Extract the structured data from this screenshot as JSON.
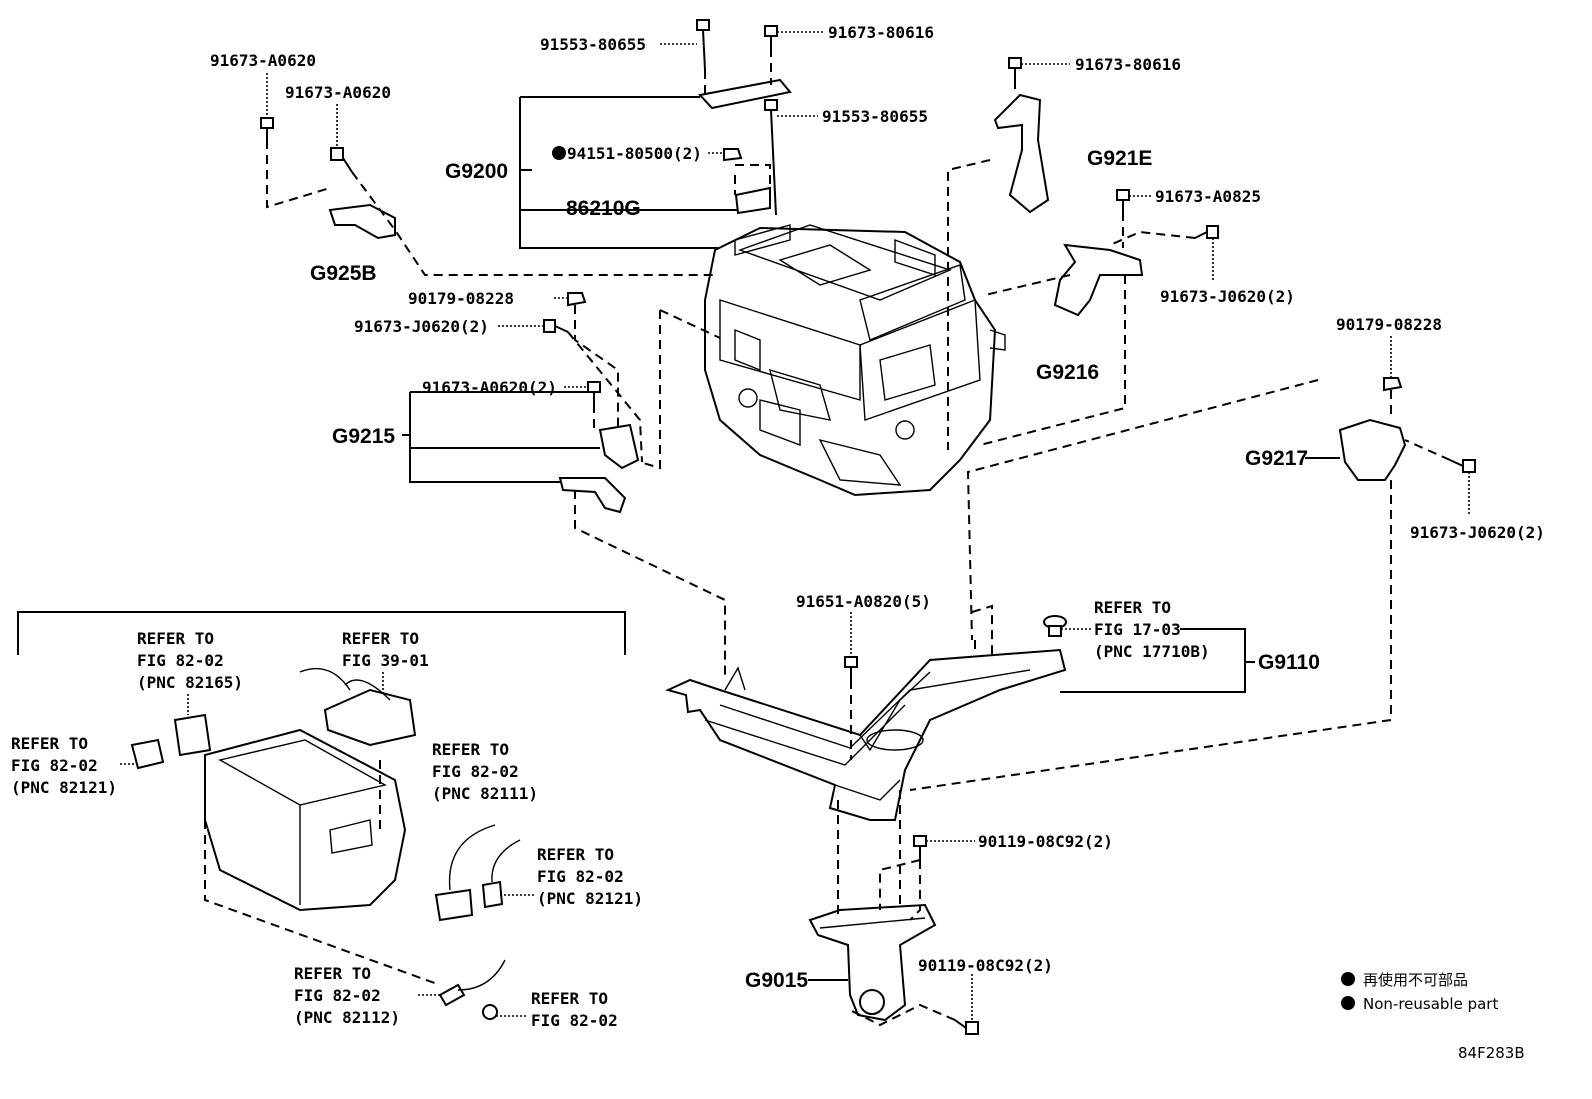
{
  "labels": {
    "p_91553_80655_top": "91553-80655",
    "p_91673_80616_top": "91673-80616",
    "p_91673_80616_right": "91673-80616",
    "p_91673_A0620_a": "91673-A0620",
    "p_91673_A0620_b": "91673-A0620",
    "p_91553_80655_mid": "91553-80655",
    "g9200": "G9200",
    "p_94151": "94151-80500(2)",
    "p_86210G": "86210G",
    "g921E": "G921E",
    "p_91673_A0825": "91673-A0825",
    "g925B": "G925B",
    "p_91673_J0620_right": "91673-J0620(2)",
    "p_90179_left": "90179-08228",
    "p_91673_J0620_left": "91673-J0620(2)",
    "g9216": "G9216",
    "p_90179_right": "90179-08228",
    "p_91673_A0620_2": "91673-A0620(2)",
    "g9215": "G9215",
    "g9217": "G9217",
    "p_91673_J0620_far": "91673-J0620(2)",
    "p_91651": "91651-A0820(5)",
    "g9110": "G9110",
    "p_90119_a": "90119-08C92(2)",
    "g9015": "G9015",
    "p_90119_b": "90119-08C92(2)"
  },
  "references": {
    "ref_82165": [
      "REFER TO",
      "FIG 82-02",
      "(PNC 82165)"
    ],
    "ref_39_01": [
      "REFER TO",
      "FIG 39-01"
    ],
    "ref_17_03": [
      "REFER TO",
      "FIG 17-03",
      "(PNC 17710B)"
    ],
    "ref_82121_left": [
      "REFER TO",
      "FIG 82-02",
      "(PNC 82121)"
    ],
    "ref_82111": [
      "REFER TO",
      "FIG 82-02",
      "(PNC 82111)"
    ],
    "ref_82121_right": [
      "REFER TO",
      "FIG 82-02",
      "(PNC 82121)"
    ],
    "ref_82112": [
      "REFER TO",
      "FIG 82-02",
      "(PNC 82112)"
    ],
    "ref_82_02": [
      "REFER TO",
      "FIG 82-02"
    ]
  },
  "legend": {
    "japanese": "再使用不可部品",
    "english": "Non-reusable part"
  },
  "diagram_code": "84F283B",
  "colors": {
    "ink": "#000000",
    "paper": "#ffffff"
  },
  "icons": {
    "non_reusable_marker": "filled-circle"
  }
}
